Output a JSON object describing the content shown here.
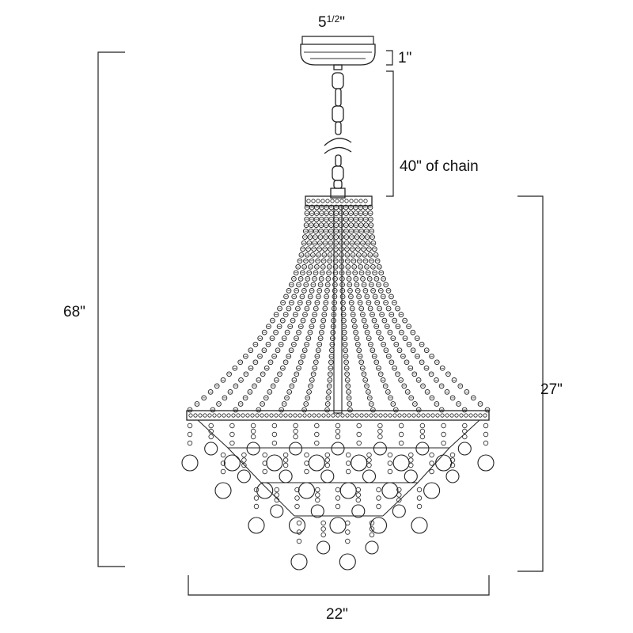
{
  "dimensions": {
    "canopy_width": {
      "whole": "5",
      "frac_num": "1",
      "frac_den": "2",
      "inch": "\""
    },
    "canopy_height": "1\"",
    "chain_length": "40\" of chain",
    "overall_height": "68\"",
    "body_height": "27\"",
    "width": "22\""
  },
  "colors": {
    "line": "#222222",
    "background": "#ffffff"
  }
}
